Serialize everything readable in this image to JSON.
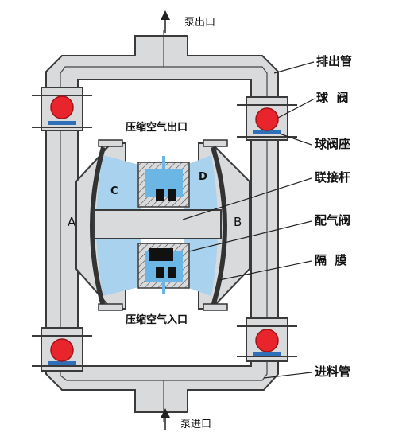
{
  "labels": {
    "pump_outlet": "泵出口",
    "pump_inlet": "泵进口",
    "discharge_pipe": "排出管",
    "ball_valve": "球  阀",
    "ball_valve_seat": "球阀座",
    "connecting_rod": "联接杆",
    "air_valve": "配气阀",
    "diaphragm": "隔  膜",
    "feed_pipe": "进料管",
    "air_outlet": "压缩空气出口",
    "air_inlet": "压缩空气入口",
    "chamber_a": "A",
    "chamber_b": "B",
    "chamber_c": "C",
    "chamber_d": "D"
  },
  "colors": {
    "pipe_fill": "#d9dadc",
    "outline": "#3a3a3a",
    "chamber_blue": "#a9d2ee",
    "air_blue": "#6bb6e4",
    "ball_red": "#e8242c",
    "seat_blue": "#2f6fb8",
    "valve_black": "#111111"
  }
}
